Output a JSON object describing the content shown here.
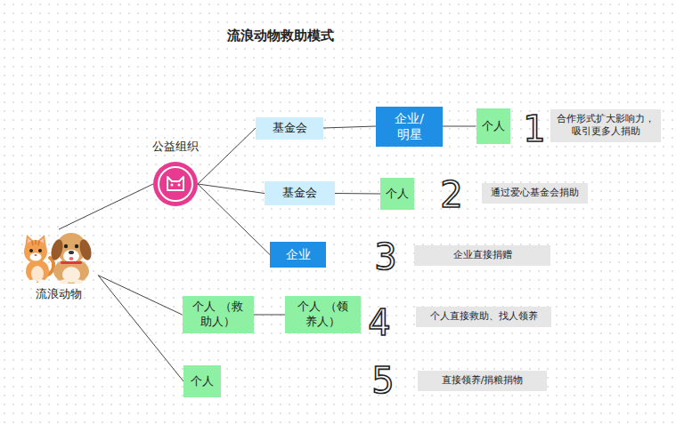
{
  "diagram": {
    "title": "流浪动物救助模式",
    "nodes": [
      {
        "text": [
          "流浪动物"
        ]
      },
      {
        "text": [
          "公益组织"
        ]
      },
      {
        "text": [
          "基金会"
        ]
      },
      {
        "text": [
          "企业/ 明星"
        ]
      },
      {
        "text": [
          "个人"
        ]
      },
      {
        "text": [
          "合作形式扩大影响力， 吸引更多人捐助"
        ]
      },
      {
        "text": [
          "基金会"
        ]
      },
      {
        "text": [
          "个人"
        ]
      },
      {
        "text": [
          "通过爱心基金会捐助"
        ]
      },
      {
        "text": [
          "企业"
        ]
      },
      {
        "text": [
          "企业直接捐赠"
        ]
      },
      {
        "text": [
          "个人 （救助人）"
        ]
      },
      {
        "text": [
          "个人 （领养人）"
        ]
      },
      {
        "text": [
          "个人直接救助、找人领养"
        ]
      },
      {
        "text": [
          "个人"
        ]
      },
      {
        "text": [
          "直接领养/捐粮捐物"
        ]
      }
    ],
    "edges": [
      {
        "from": 0,
        "to": 1,
        "arrow": "none"
      },
      {
        "from": 1,
        "to": 2,
        "arrow": "none"
      },
      {
        "from": 1,
        "to": 6,
        "arrow": "none"
      },
      {
        "from": 1,
        "to": 9,
        "arrow": "none"
      },
      {
        "from": 2,
        "to": 3,
        "arrow": "none"
      },
      {
        "from": 3,
        "to": 4,
        "arrow": "none"
      },
      {
        "from": 6,
        "to": 7,
        "arrow": "none"
      },
      {
        "from": 0,
        "to": 11,
        "arrow": "none"
      },
      {
        "from": 11,
        "to": 12,
        "arrow": "none"
      },
      {
        "from": 0,
        "to": 14,
        "arrow": "none"
      }
    ],
    "labels": [
      "1",
      "2",
      "3",
      "4",
      "5"
    ]
  }
}
